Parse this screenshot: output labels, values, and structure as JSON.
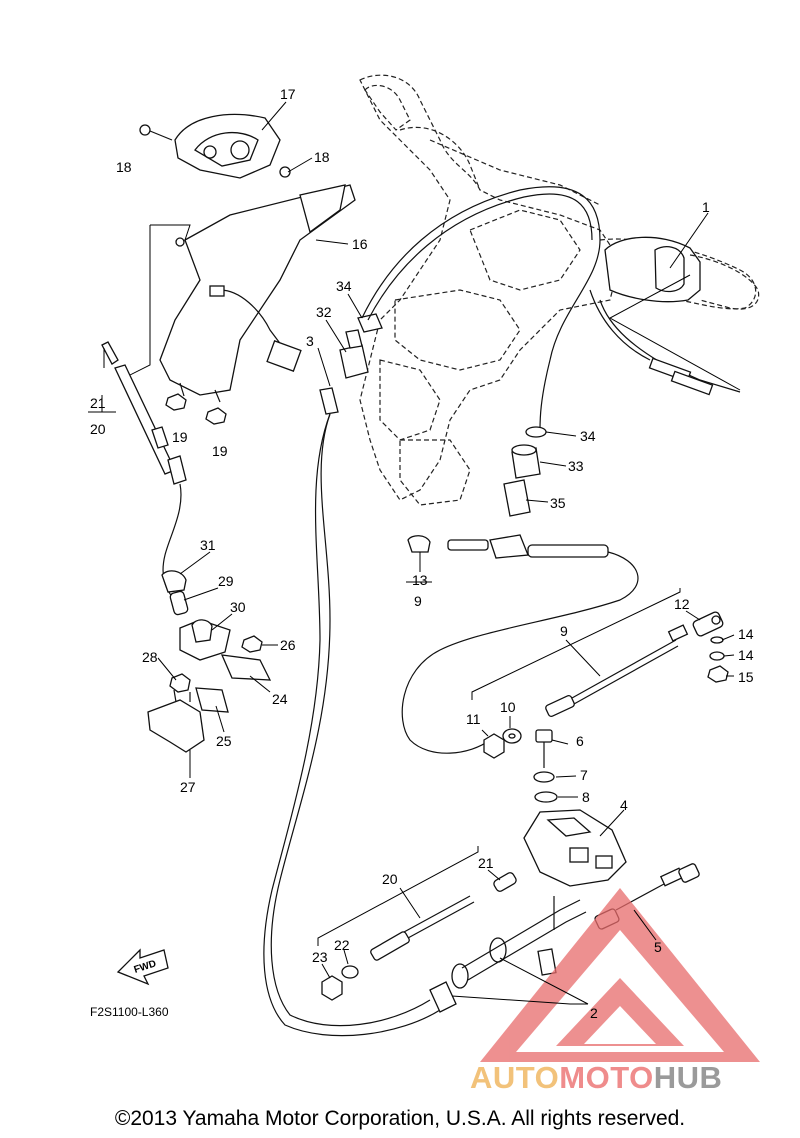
{
  "diagram": {
    "callouts": [
      "1",
      "2",
      "3",
      "4",
      "5",
      "6",
      "7",
      "8",
      "9",
      "10",
      "11",
      "12",
      "13",
      "14",
      "14",
      "15",
      "16",
      "17",
      "18",
      "18",
      "19",
      "19",
      "20",
      "21",
      "21",
      "20",
      "22",
      "23",
      "24",
      "25",
      "26",
      "27",
      "28",
      "29",
      "30",
      "31",
      "32",
      "33",
      "34",
      "34",
      "35"
    ],
    "group_labels": [
      "21",
      "20",
      "13",
      "9"
    ],
    "fwd_label": "FWD",
    "drawing_code": "F2S1100-L360"
  },
  "watermark": {
    "word1": "AUTO",
    "word2": "MOTO",
    "word3": "HUB",
    "color_auto": "#f2c27a",
    "color_moto": "#ef8c8c",
    "color_hub": "#9a9a9a",
    "triangle_color": "#e86b6b"
  },
  "footer": {
    "copyright": "©2013 Yamaha Motor Corporation, U.S.A. All rights reserved."
  }
}
